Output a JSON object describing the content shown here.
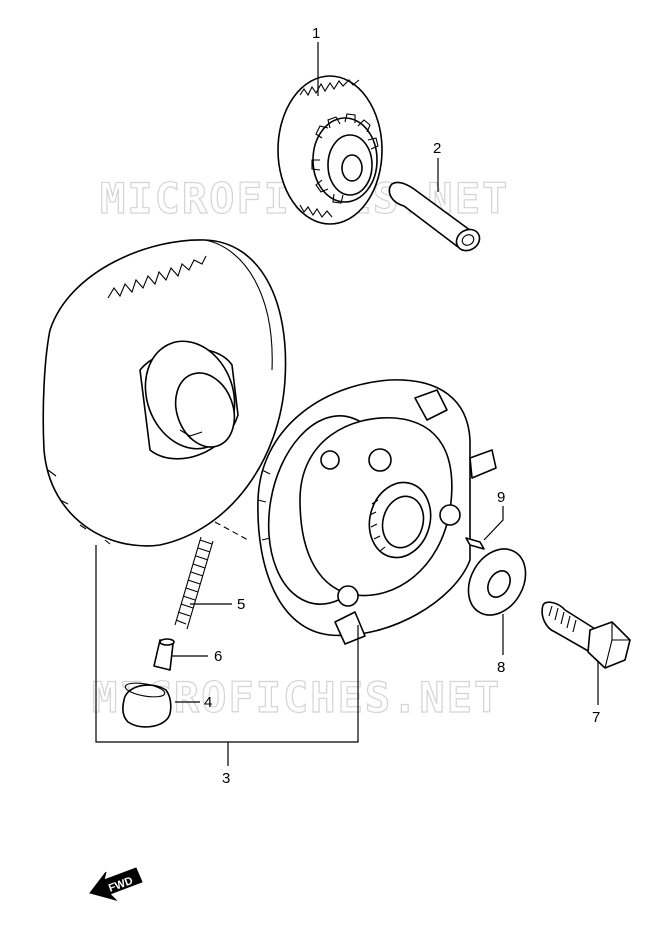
{
  "diagram": {
    "watermark": "MICROFICHES.NET",
    "direction_label": "FWD",
    "callouts": [
      {
        "id": "1",
        "label": "1"
      },
      {
        "id": "2",
        "label": "2"
      },
      {
        "id": "3",
        "label": "3"
      },
      {
        "id": "4",
        "label": "4"
      },
      {
        "id": "5",
        "label": "5"
      },
      {
        "id": "6",
        "label": "6"
      },
      {
        "id": "7",
        "label": "7"
      },
      {
        "id": "8",
        "label": "8"
      },
      {
        "id": "9",
        "label": "9"
      }
    ]
  }
}
